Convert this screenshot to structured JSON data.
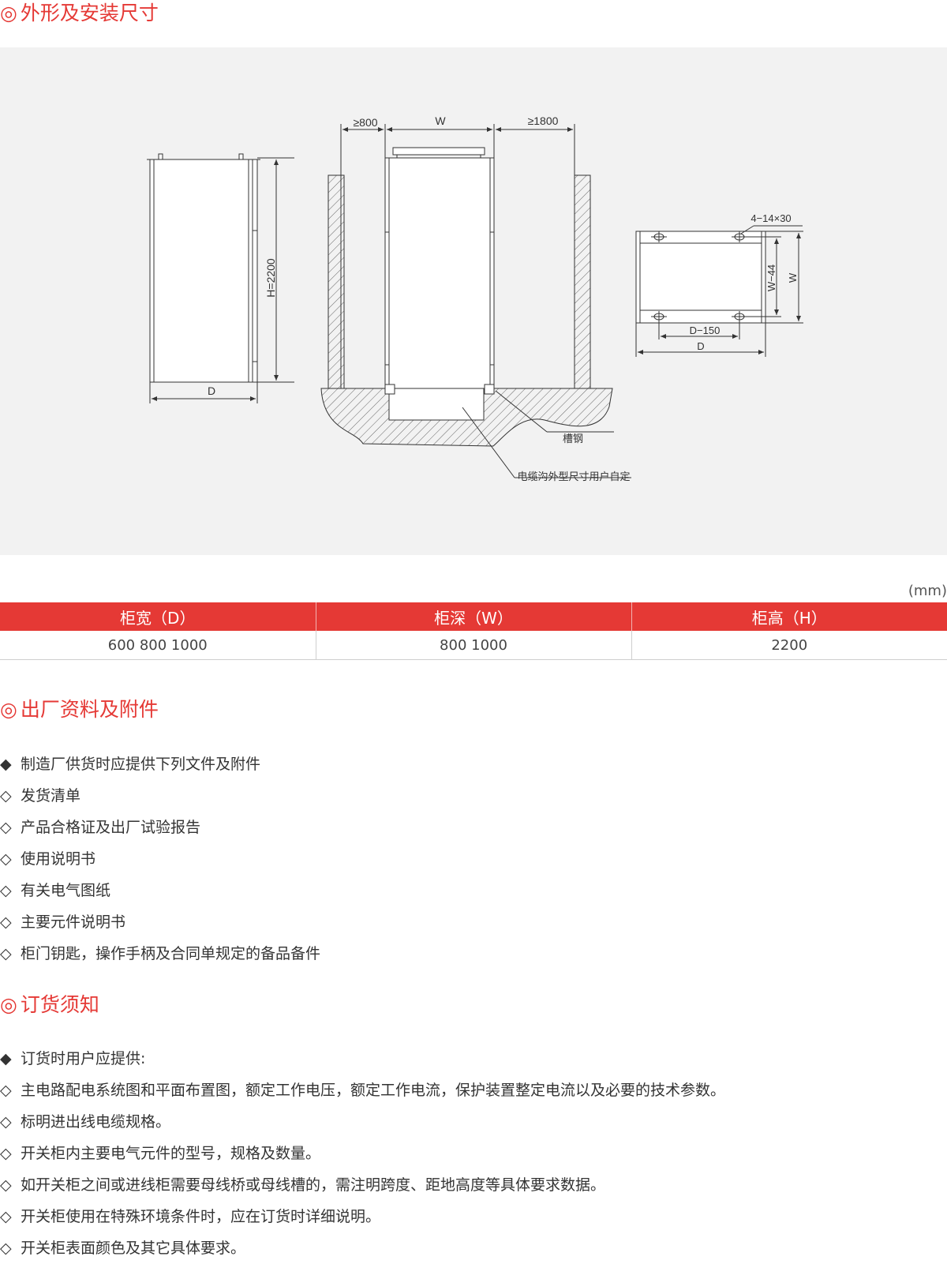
{
  "sections": {
    "dimensions_title": "外形及安装尺寸",
    "documents_title": "出厂资料及附件",
    "ordering_title": "订货须知",
    "mark": "◎"
  },
  "diagram": {
    "labels": {
      "h2200": "H=2200",
      "d_front": "D",
      "ge800": "≥800",
      "w_top": "W",
      "ge1800": "≥1800",
      "holes": "4−14×30",
      "w44": "W−44",
      "w_right": "W",
      "d150": "D−150",
      "d_base": "D",
      "channel": "槽钢",
      "trench": "电缆沟外型尺寸用户自定"
    }
  },
  "unit": "(mm)",
  "table": {
    "headers": [
      "柜宽（D）",
      "柜深（W）",
      "柜高（H）"
    ],
    "rows": [
      [
        "600  800  1000",
        "800  1000",
        "2200"
      ]
    ]
  },
  "documents": {
    "bullets": {
      "filled": "◆",
      "hollow": "◇"
    },
    "items": [
      "制造厂供货时应提供下列文件及附件",
      "发货清单",
      "产品合格证及出厂试验报告",
      "使用说明书",
      "有关电气图纸",
      "主要元件说明书",
      "柜门钥匙，操作手柄及合同单规定的备品备件"
    ]
  },
  "ordering": {
    "items": [
      "订货时用户应提供:",
      "主电路配电系统图和平面布置图，额定工作电压，额定工作电流，保护装置整定电流以及必要的技术参数。",
      "标明进出线电缆规格。",
      "开关柜内主要电气元件的型号，规格及数量。",
      "如开关柜之间或进线柜需要母线桥或母线槽的，需注明跨度、距地高度等具体要求数据。",
      "开关柜使用在特殊环境条件时，应在订货时详细说明。",
      "开关柜表面颜色及其它具体要求。"
    ]
  },
  "colors": {
    "accent": "#e53935",
    "panel": "#f2f2f2"
  }
}
